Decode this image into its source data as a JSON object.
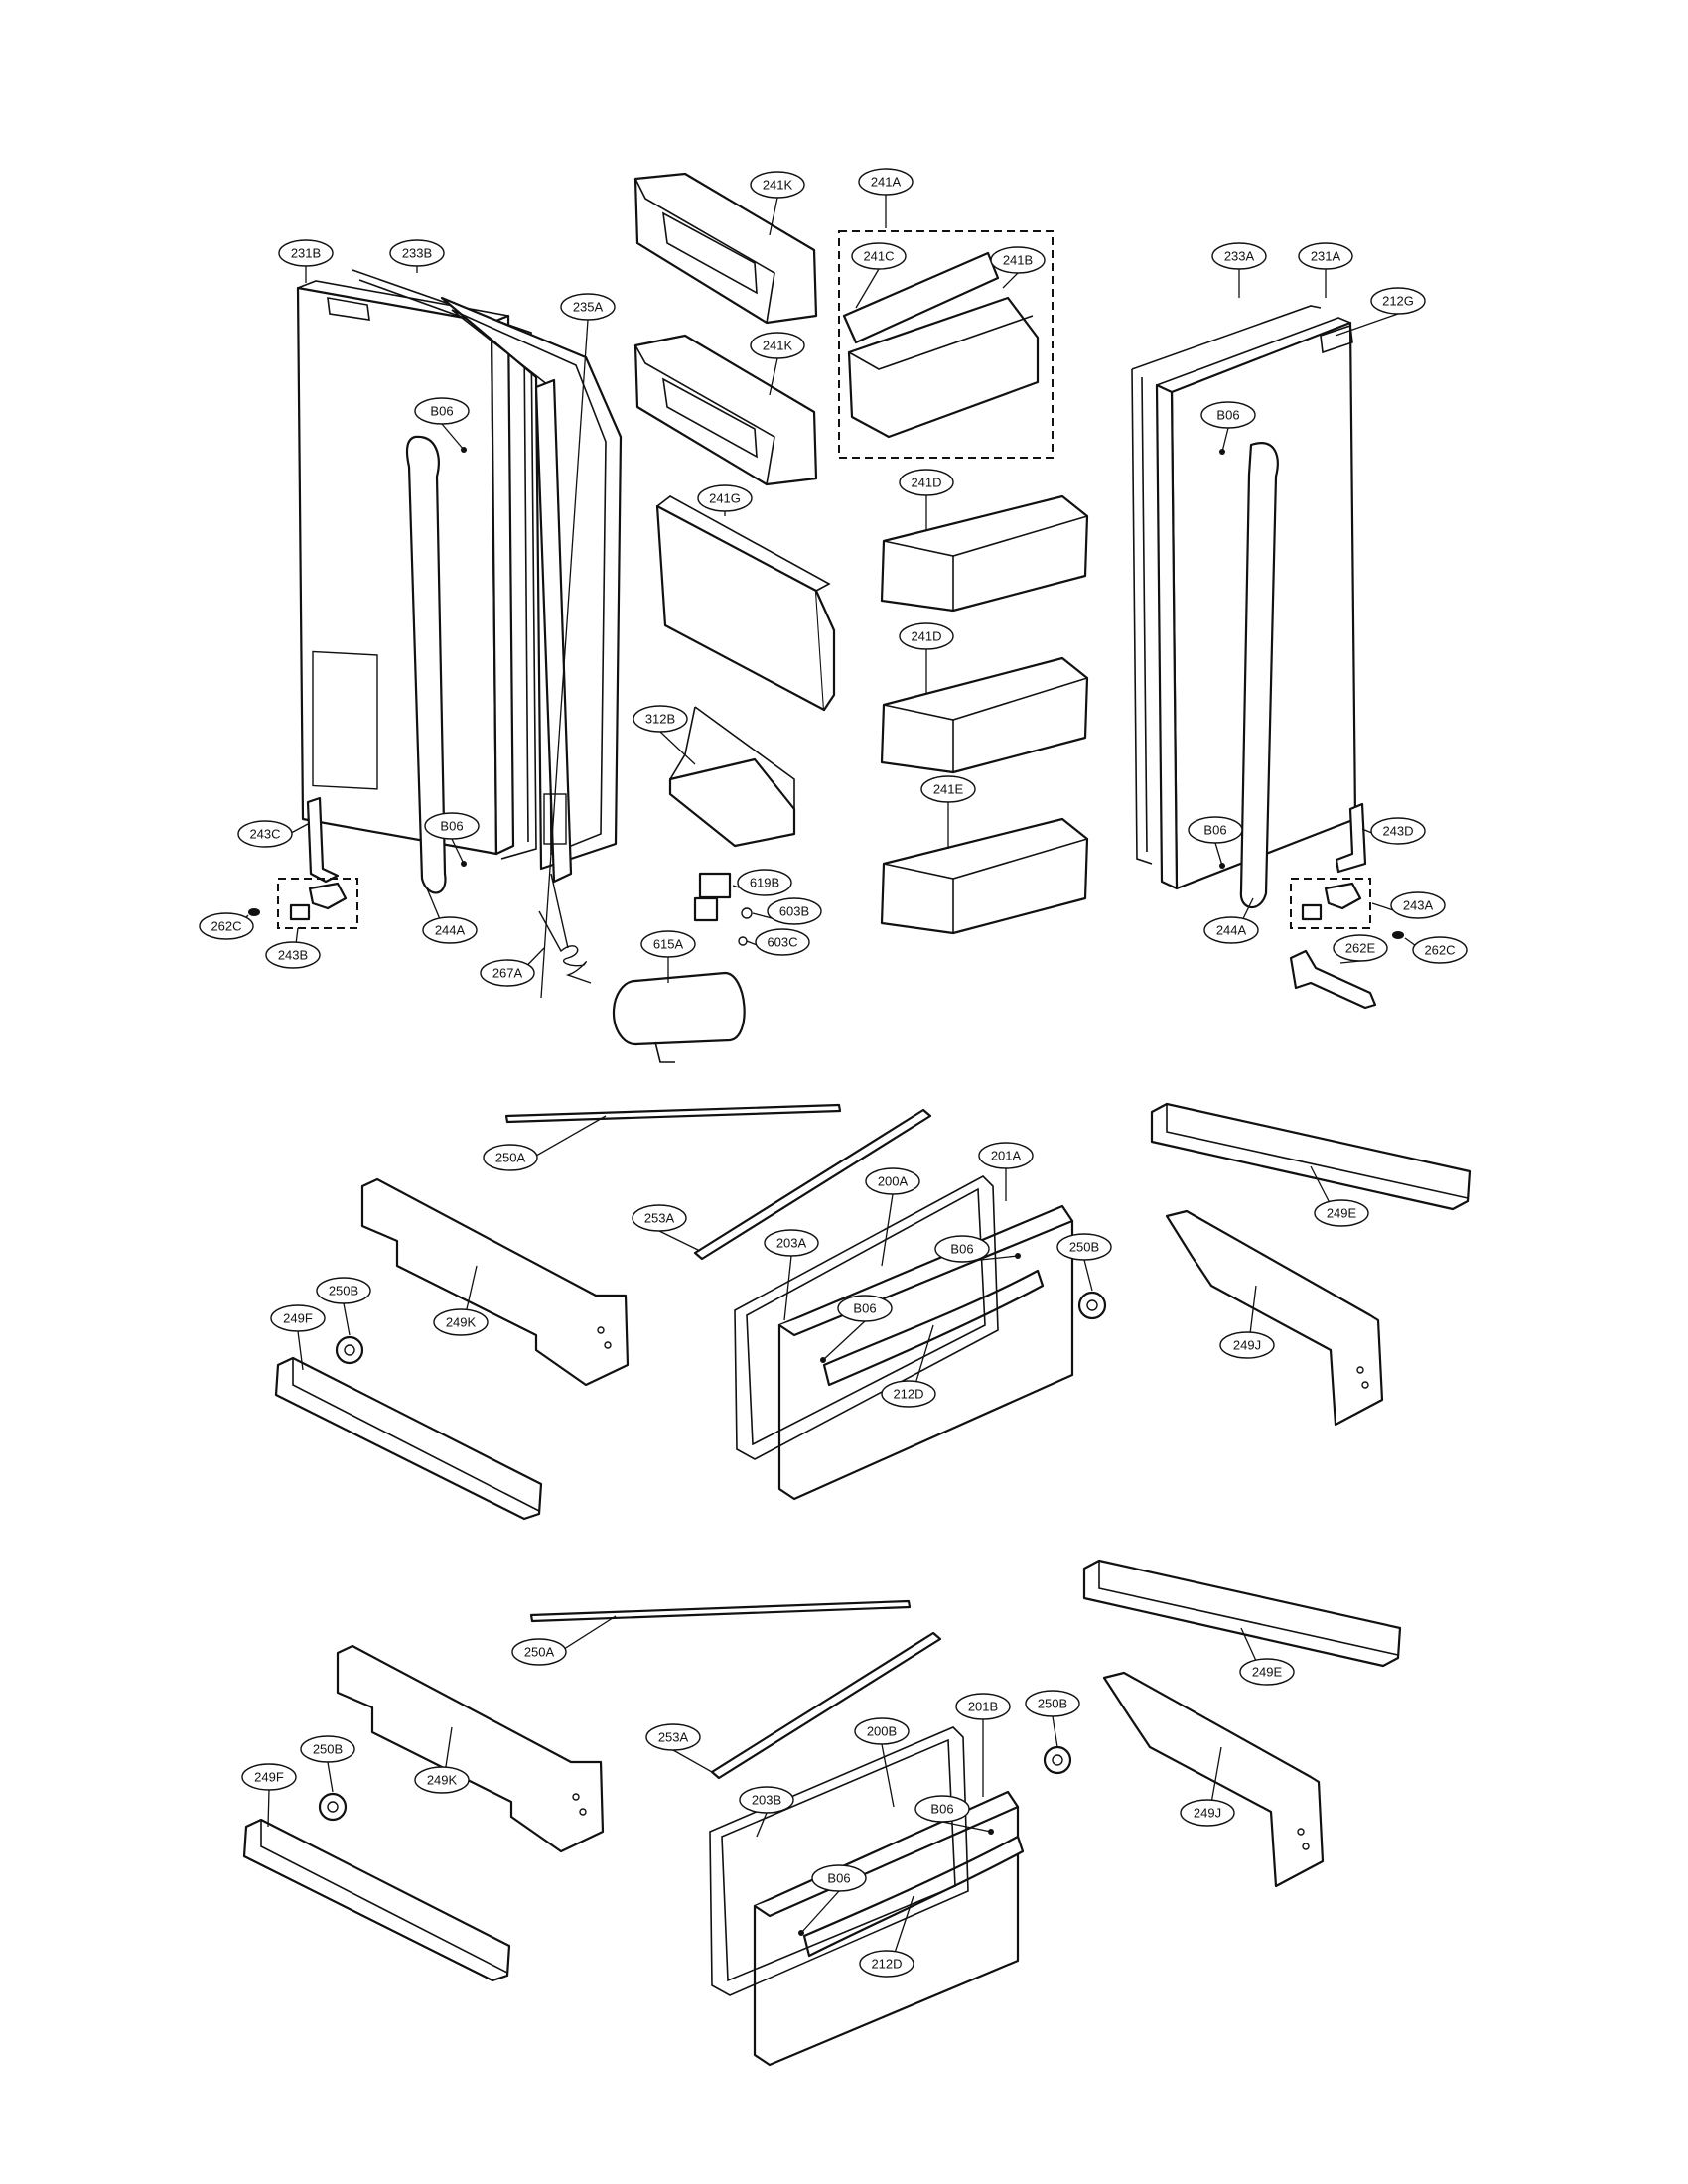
{
  "callouts": [
    {
      "id": "c-241k-top",
      "label": "241K"
    },
    {
      "id": "c-241a",
      "label": "241A"
    },
    {
      "id": "c-231b",
      "label": "231B"
    },
    {
      "id": "c-233b",
      "label": "233B"
    },
    {
      "id": "c-241c",
      "label": "241C"
    },
    {
      "id": "c-241b",
      "label": "241B"
    },
    {
      "id": "c-233a",
      "label": "233A"
    },
    {
      "id": "c-231a",
      "label": "231A"
    },
    {
      "id": "c-235a",
      "label": "235A"
    },
    {
      "id": "c-212g",
      "label": "212G"
    },
    {
      "id": "c-241k-mid",
      "label": "241K"
    },
    {
      "id": "c-b06-left-top",
      "label": "B06"
    },
    {
      "id": "c-b06-right-top",
      "label": "B06"
    },
    {
      "id": "c-241g",
      "label": "241G"
    },
    {
      "id": "c-241d-1",
      "label": "241D"
    },
    {
      "id": "c-241d-2",
      "label": "241D"
    },
    {
      "id": "c-312b",
      "label": "312B"
    },
    {
      "id": "c-241e",
      "label": "241E"
    },
    {
      "id": "c-243c",
      "label": "243C"
    },
    {
      "id": "c-b06-left-bot",
      "label": "B06"
    },
    {
      "id": "c-b06-right-bot",
      "label": "B06"
    },
    {
      "id": "c-243d",
      "label": "243D"
    },
    {
      "id": "c-619b",
      "label": "619B"
    },
    {
      "id": "c-262c-left",
      "label": "262C"
    },
    {
      "id": "c-244a-left",
      "label": "244A"
    },
    {
      "id": "c-603b",
      "label": "603B"
    },
    {
      "id": "c-243a",
      "label": "243A"
    },
    {
      "id": "c-244a-right",
      "label": "244A"
    },
    {
      "id": "c-243b",
      "label": "243B"
    },
    {
      "id": "c-603c",
      "label": "603C"
    },
    {
      "id": "c-262e",
      "label": "262E"
    },
    {
      "id": "c-262c-right",
      "label": "262C"
    },
    {
      "id": "c-615a",
      "label": "615A"
    },
    {
      "id": "c-267a",
      "label": "267A"
    },
    {
      "id": "c-250a-1",
      "label": "250A"
    },
    {
      "id": "c-201a",
      "label": "201A"
    },
    {
      "id": "c-200a",
      "label": "200A"
    },
    {
      "id": "c-253a-1",
      "label": "253A"
    },
    {
      "id": "c-249e-1",
      "label": "249E"
    },
    {
      "id": "c-203a",
      "label": "203A"
    },
    {
      "id": "c-b06-d1-a",
      "label": "B06"
    },
    {
      "id": "c-250b-1",
      "label": "250B"
    },
    {
      "id": "c-250b-2",
      "label": "250B"
    },
    {
      "id": "c-b06-d1-b",
      "label": "B06"
    },
    {
      "id": "c-249f-1",
      "label": "249F"
    },
    {
      "id": "c-249k-1",
      "label": "249K"
    },
    {
      "id": "c-249j-1",
      "label": "249J"
    },
    {
      "id": "c-212d-1",
      "label": "212D"
    },
    {
      "id": "c-250a-2",
      "label": "250A"
    },
    {
      "id": "c-249e-2",
      "label": "249E"
    },
    {
      "id": "c-201b",
      "label": "201B"
    },
    {
      "id": "c-250b-3",
      "label": "250B"
    },
    {
      "id": "c-200b",
      "label": "200B"
    },
    {
      "id": "c-253a-2",
      "label": "253A"
    },
    {
      "id": "c-250b-4",
      "label": "250B"
    },
    {
      "id": "c-249f-2",
      "label": "249F"
    },
    {
      "id": "c-249k-2",
      "label": "249K"
    },
    {
      "id": "c-203b",
      "label": "203B"
    },
    {
      "id": "c-b06-d2-a",
      "label": "B06"
    },
    {
      "id": "c-249j-2",
      "label": "249J"
    },
    {
      "id": "c-b06-d2-b",
      "label": "B06"
    },
    {
      "id": "c-212d-2",
      "label": "212D"
    }
  ]
}
